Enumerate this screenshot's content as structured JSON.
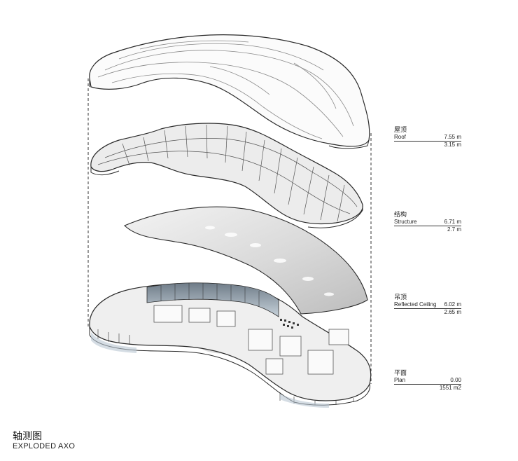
{
  "layers": [
    {
      "id": "roof",
      "name_cn": "屋顶",
      "name_en": "Roof",
      "elevation": "7.55  m",
      "thickness": "3.15 m"
    },
    {
      "id": "structure",
      "name_cn": "结构",
      "name_en": "Structure",
      "elevation": "6.71 m",
      "thickness": "2.7 m"
    },
    {
      "id": "ceiling",
      "name_cn": "吊顶",
      "name_en": "Reflected Ceiling",
      "elevation": "6.02 m",
      "thickness": "2.65 m"
    },
    {
      "id": "plan",
      "name_cn": "平面",
      "name_en": "Plan",
      "elevation": "0.00",
      "thickness": "1551 m2"
    }
  ],
  "title": {
    "cn": "轴测图",
    "en": "EXPLODED AXO"
  },
  "colors": {
    "line": "#2a2a2a",
    "panel": "#e6e6e6",
    "shadow": "#cfcfcf",
    "glass": "#9aa9b6"
  }
}
